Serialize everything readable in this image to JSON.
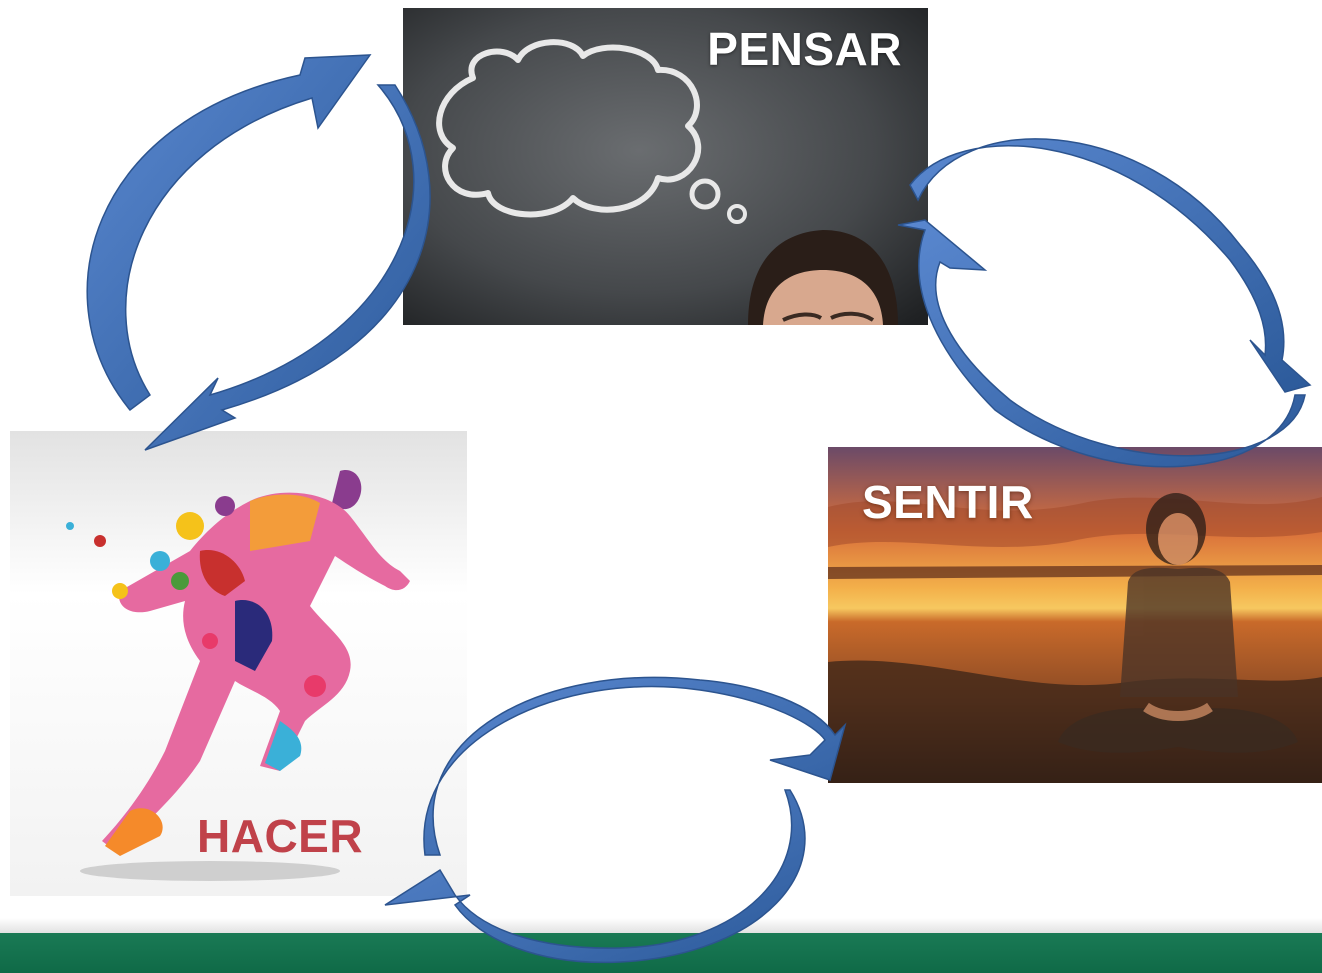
{
  "nodes": {
    "pensar": {
      "label": "PENSAR"
    },
    "sentir": {
      "label": "SENTIR"
    },
    "hacer": {
      "label": "HACER"
    }
  },
  "colors": {
    "arrow": "#4a78c2",
    "arrow_dark": "#2c548f",
    "hacer_label": "#c0424a",
    "footer": "#136f4c"
  }
}
